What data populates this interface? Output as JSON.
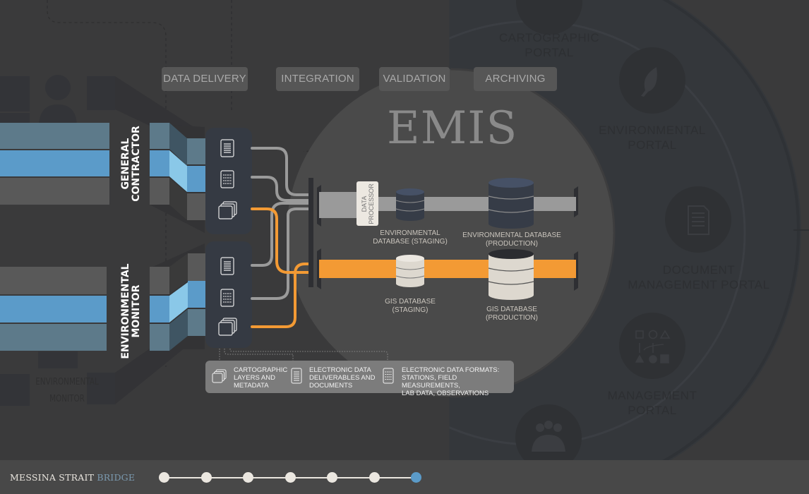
{
  "stages": [
    "DATA DELIVERY",
    "INTEGRATION",
    "VALIDATION",
    "ARCHIVING"
  ],
  "system": {
    "title": "EMIS"
  },
  "sources": [
    {
      "label_line1": "GENERAL",
      "label_line2": "CONTRACTOR"
    },
    {
      "label_line1": "ENVIRONMENTAL",
      "label_line2": "MONITOR"
    }
  ],
  "ghost_source": {
    "line1": "ENVIRONMENTAL",
    "line2": "MONITOR"
  },
  "processor": {
    "line1": "DATA",
    "line2": "PROCESSOR"
  },
  "databases": [
    {
      "line1": "ENVIRONMENTAL",
      "line2": "DATABASE (STAGING)"
    },
    {
      "line1": "ENVIRONMENTAL DATABASE",
      "line2": "(PRODUCTION)"
    },
    {
      "line1": "GIS DATABASE",
      "line2": "(STAGING)"
    },
    {
      "line1": "GIS DATABASE",
      "line2": "(PRODUCTION)"
    }
  ],
  "legend": [
    {
      "icon": "layers-icon",
      "line1": "CARTOGRAPHIC",
      "line2": "LAYERS AND",
      "line3": "METADATA"
    },
    {
      "icon": "document-icon",
      "line1": "ELECTRONIC DATA",
      "line2": "DELIVERABLES AND",
      "line3": "DOCUMENTS"
    },
    {
      "icon": "data-sheet-icon",
      "line1": "ELECTRONIC DATA FORMATS:",
      "line2": "STATIONS, FIELD MEASUREMENTS,",
      "line3": "LAB DATA, OBSERVATIONS"
    }
  ],
  "portals": [
    {
      "line1": "CARTOGRAPHIC",
      "line2": "PORTAL",
      "icon": "globe-icon"
    },
    {
      "line1": "ENVIRONMENTAL",
      "line2": "PORTAL",
      "icon": "leaf-icon"
    },
    {
      "line1": "DOCUMENT",
      "line2": "MANAGEMENT PORTAL",
      "icon": "document-icon"
    },
    {
      "line1": "MANAGEMENT",
      "line2": "PORTAL",
      "icon": "workflow-icon"
    },
    {
      "line1": "",
      "line2": "",
      "icon": "users-icon"
    }
  ],
  "footer": {
    "brand_main": "MESSINA STRAIT",
    "brand_accent": "BRIDGE",
    "timeline_steps": 7,
    "active_step": 7
  },
  "colors": {
    "accent_blue": "#5b9bc9",
    "accent_orange": "#f39a34",
    "light_blue": "#8ac8e8",
    "steel_blue": "#5d7a8a",
    "db_dark": "#363c47",
    "db_light": "#ddd8cf"
  }
}
